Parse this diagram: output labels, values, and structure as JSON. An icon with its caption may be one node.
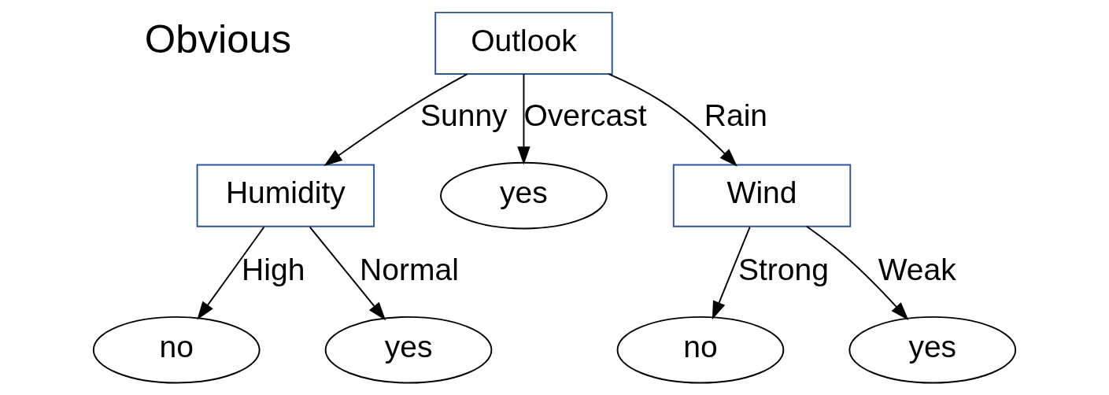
{
  "diagram": {
    "nodes": [
      {
        "text": [
          "Outlook"
        ]
      },
      {
        "text": [
          "Humidity"
        ]
      },
      {
        "text": [
          "yes"
        ]
      },
      {
        "text": [
          "Wind"
        ]
      },
      {
        "text": [
          "no"
        ]
      },
      {
        "text": [
          "yes"
        ]
      },
      {
        "text": [
          "no"
        ]
      },
      {
        "text": [
          "yes"
        ]
      }
    ],
    "edges": [
      {
        "from": 0,
        "to": 1,
        "arrow": "to",
        "label": "Sunny"
      },
      {
        "from": 0,
        "to": 2,
        "arrow": "to",
        "label": "Overcast"
      },
      {
        "from": 0,
        "to": 3,
        "arrow": "to",
        "label": "Rain"
      },
      {
        "from": 1,
        "to": 4,
        "arrow": "to",
        "label": "High"
      },
      {
        "from": 1,
        "to": 5,
        "arrow": "to",
        "label": "Normal"
      },
      {
        "from": 3,
        "to": 6,
        "arrow": "to",
        "label": "Strong"
      },
      {
        "from": 3,
        "to": 7,
        "arrow": "to",
        "label": "Weak"
      }
    ],
    "labels": [
      "Obvious"
    ]
  }
}
